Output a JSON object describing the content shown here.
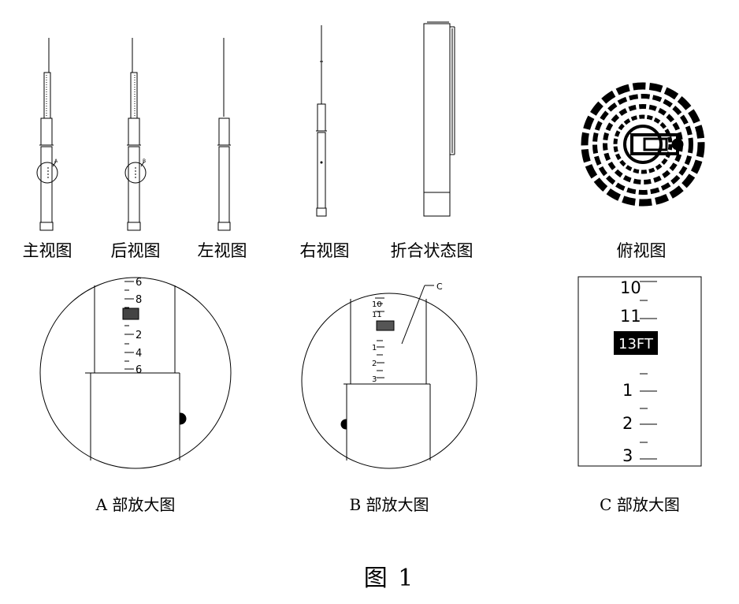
{
  "views": {
    "front_label": "主视图",
    "back_label": "后视图",
    "left_label": "左视图",
    "right_label": "右视图",
    "folded_label": "折合状态图",
    "top_label": "俯视图"
  },
  "details": {
    "a": {
      "caption": "A 部放大图",
      "scale_labels": [
        "6",
        "8",
        "2",
        "4",
        "6"
      ]
    },
    "b": {
      "caption": "B 部放大图",
      "callout": "C",
      "scale_labels": [
        "10",
        "11",
        "1",
        "2",
        "3"
      ]
    },
    "c": {
      "caption": "C 部放大图",
      "scale_labels": [
        "10",
        "11",
        "1",
        "2",
        "3"
      ],
      "badge": "13FT"
    }
  },
  "figure_title": "图 1"
}
